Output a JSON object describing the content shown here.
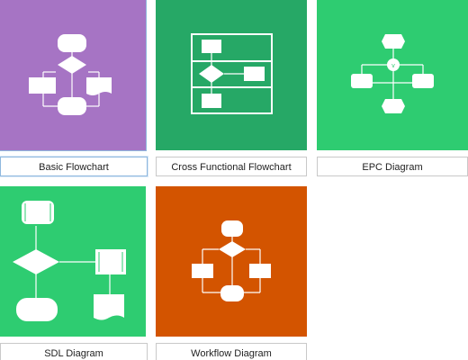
{
  "gallery": {
    "items": [
      {
        "label": "Basic Flowchart",
        "color": "#a674c4",
        "selected": true
      },
      {
        "label": "Cross Functional Flowchart",
        "color": "#26a866"
      },
      {
        "label": "EPC Diagram",
        "color": "#2ecc71"
      },
      {
        "label": "SDL Diagram",
        "color": "#2ecc71"
      },
      {
        "label": "Workflow Diagram",
        "color": "#d35400"
      }
    ]
  }
}
